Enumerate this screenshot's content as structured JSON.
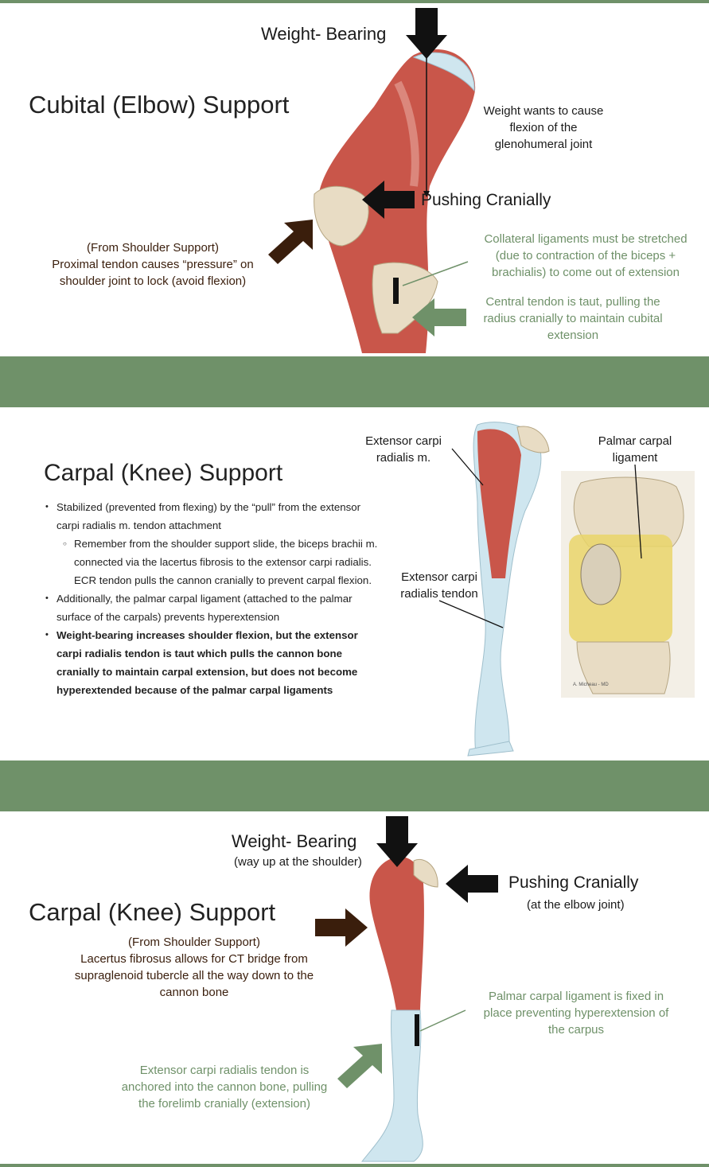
{
  "slide1": {
    "weight_bearing": "Weight- Bearing",
    "title": "Cubital (Elbow) Support",
    "weight_note": "Weight wants to cause\nflexion of the\nglenohumeral joint",
    "pushing_cranially": "Pushing Cranially",
    "shoulder_note": "(From Shoulder Support)\nProximal tendon causes “pressure” on\nshoulder joint to lock (avoid flexion)",
    "collateral_note": "Collateral ligaments must be stretched\n(due to contraction of the biceps +\nbrachialis) to come out of extension",
    "central_note": "Central tendon is taut, pulling the\nradius cranially to maintain cubital\nextension"
  },
  "slide2": {
    "title": "Carpal (Knee) Support",
    "ecr_muscle_label": "Extensor carpi\nradialis m.",
    "ecr_tendon_label": "Extensor carpi\nradialis tendon",
    "palmar_label": "Palmar carpal\nligament",
    "image_credit": "A. Micheau - MD",
    "bullets": [
      "Stabilized (prevented from flexing) by the “pull” from the extensor carpi radialis m. tendon attachment",
      "Remember from the shoulder support slide, the biceps brachii m. connected via the lacertus fibrosis to the extensor carpi radialis.  ECR tendon pulls the cannon cranially to prevent carpal flexion.",
      "Additionally, the palmar carpal ligament (attached to the palmar surface of the carpals) prevents hyperextension",
      "Weight-bearing increases shoulder flexion, but the extensor carpi radialis tendon is taut which pulls the cannon bone cranially to maintain carpal extension, but does not become hyperextended because of the palmar carpal ligaments"
    ]
  },
  "slide3": {
    "weight_bearing": "Weight- Bearing",
    "weight_sub": "(way up at the shoulder)",
    "title": "Carpal (Knee) Support",
    "pushing_cranially": "Pushing Cranially",
    "pushing_sub": "(at the elbow joint)",
    "shoulder_note": "(From Shoulder Support)\nLacertus fibrosus allows for CT bridge from\nsupraglenoid tubercle all the way down to the\ncannon bone",
    "palmar_note": "Palmar carpal ligament is fixed in\nplace preventing hyperextension of\nthe carpus",
    "ecr_note": "Extensor carpi radialis tendon is\nanchored into the cannon bone, pulling\nthe forelimb cranially (extension)"
  },
  "colors": {
    "band": "#6f9169",
    "brown_text": "#3a1e0c",
    "green_text": "#6f9169",
    "muscle": "#c9564a",
    "bone": "#e8dcc4",
    "tendon": "#cfe6ef"
  }
}
